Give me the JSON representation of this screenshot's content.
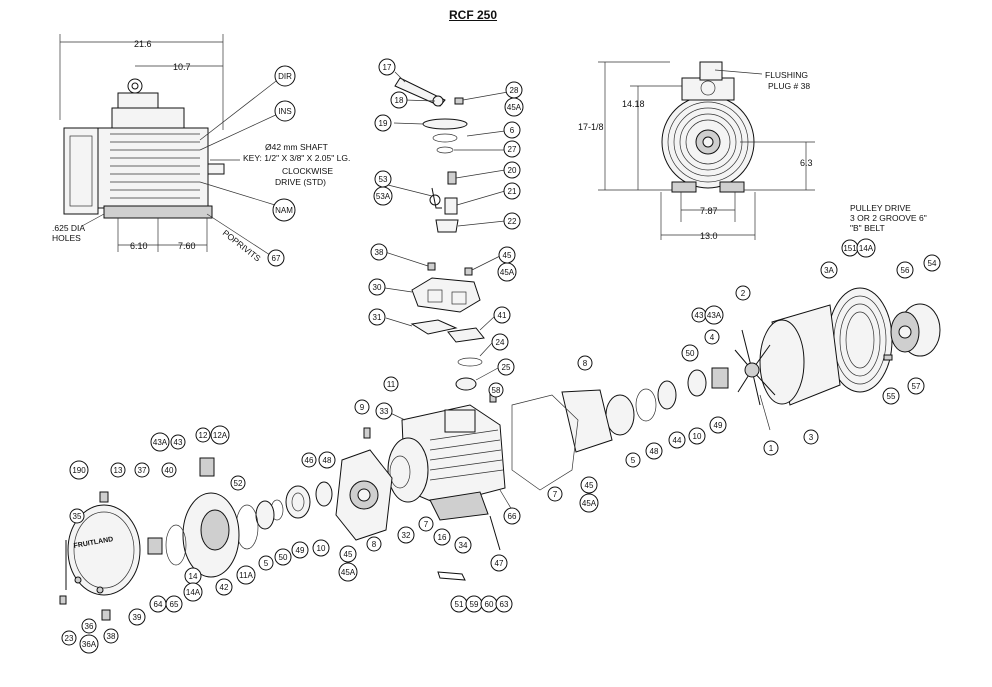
{
  "title": "RCF 250",
  "dimensions": {
    "overall_width": "21.6",
    "half_width": "10.7",
    "base_left": "6.10",
    "base_right": "7.60",
    "front_height": "17-1/8",
    "plug_height": "14.18",
    "shaft_height": "6.3",
    "front_base_inner": "7.87",
    "front_base_outer": "13.0"
  },
  "notes": {
    "shaft_line1": "Ø42 mm SHAFT",
    "shaft_line2": "KEY: 1/2\" X 3/8\" X 2.05\" LG.",
    "drive_line1": "CLOCKWISE",
    "drive_line2": "DRIVE (STD)",
    "holes_line1": ".625 DIA",
    "holes_line2": "HOLES",
    "poprivits": "POPRIVITS",
    "flush_line1": "FLUSHING",
    "flush_line2": "PLUG # 38",
    "pulley_line1": "PULLEY DRIVE",
    "pulley_line2": "3 OR 2 GROOVE 6\"",
    "pulley_line3": "\"B\" BELT"
  },
  "labels": {
    "dir": "DIR",
    "ins": "INS",
    "nam": "NAM",
    "b67": "67",
    "b17": "17",
    "b18": "18",
    "b28": "28",
    "b45a_top": "45A",
    "b19": "19",
    "b6": "6",
    "b27": "27",
    "b20": "20",
    "b53": "53",
    "b53a": "53A",
    "b21": "21",
    "b22": "22",
    "b38_top": "38",
    "b45_mid": "45",
    "b45a_mid": "45A",
    "b30": "30",
    "b41": "41",
    "b31": "31",
    "b24": "24",
    "b25": "25",
    "b151": "151",
    "b14a_r": "14A",
    "b3a": "3A",
    "b56": "56",
    "b54": "54",
    "b2": "2",
    "b43": "43",
    "b43a": "43A",
    "b50_r": "50",
    "b4": "4",
    "b55": "55",
    "b57": "57",
    "b1": "1",
    "b3": "3",
    "b49_r": "49",
    "b10_r": "10",
    "b44": "44",
    "b48_r": "48",
    "b5_r": "5",
    "b8_r": "8",
    "b7": "7",
    "b45_r": "45",
    "b45a_r": "45A",
    "b58": "58",
    "b11": "11",
    "b9": "9",
    "b33": "33",
    "b12": "12",
    "b12a": "12A",
    "b43a_l": "43A",
    "b43_l": "43",
    "b66": "66",
    "b47": "47",
    "b51": "51",
    "b59": "59",
    "b60": "60",
    "b63": "63",
    "b34": "34",
    "b16": "16",
    "b7_m": "7",
    "b32": "32",
    "b46": "46",
    "b48_m": "48",
    "b10_m": "10",
    "b49_m": "49",
    "b50_m": "50",
    "b5_m": "5",
    "b8_m": "8",
    "b45_m2": "45",
    "b45a_m2": "45A",
    "b52": "52",
    "b11a": "11A",
    "b42": "42",
    "b14": "14",
    "b14a": "14A",
    "b40": "40",
    "b37": "37",
    "b13": "13",
    "b190": "190",
    "b35": "35",
    "b64": "64",
    "b65": "65",
    "b39": "39",
    "b23": "23",
    "b36": "36",
    "b36a": "36A",
    "b38": "38"
  },
  "cover_text": "FRUITLAND"
}
